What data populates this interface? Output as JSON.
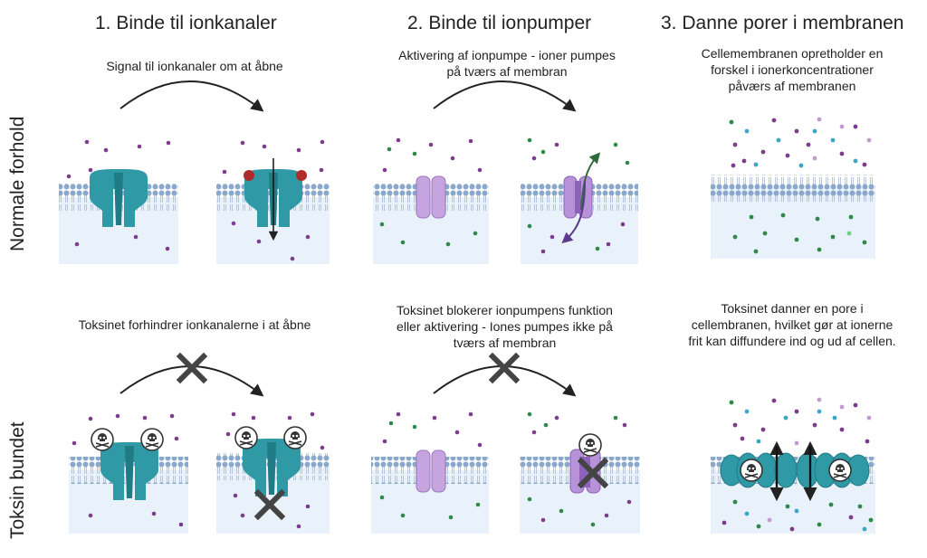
{
  "columns": [
    {
      "title": "1. Binde til ionkanaler"
    },
    {
      "title": "2. Binde til ionpumper"
    },
    {
      "title": "3. Danne porer i membranen"
    }
  ],
  "rows": [
    {
      "label": "Normale forhold"
    },
    {
      "label": "Toksin bundet"
    }
  ],
  "captions": {
    "normal_channel": "Signal til ionkanaler om at åbne",
    "normal_pump": "Aktivering af ionpumpe - ioner pumpes på tværs af membran",
    "normal_pore": "Cellemembranen opretholder en forskel i ionerkoncentrationer påværs af membranen",
    "toxin_channel": "Toksinet forhindrer ionkanalerne i at åbne",
    "toxin_pump": "Toksinet blokerer ionpumpens funktion eller aktivering - Iones pumpes ikke på tværs af membran",
    "toxin_pore": "Toksinet danner en pore i cellembranen, hvilket gør at ionerne frit kan diffundere ind og ud af cellen."
  },
  "colors": {
    "channel": "#2f9aa5",
    "channel_dark": "#1f7b85",
    "pump": "#c6a4e0",
    "pump_dark": "#8e62b8",
    "membrane_head": "#8aa8cb",
    "cell_interior": "#e9f1fa",
    "ion_purple": "#7b3d8c",
    "ion_green": "#2f8a4a",
    "ion_cyan": "#3aa7c5",
    "ion_lilac": "#c49bcf",
    "ion_lightgreen": "#6fcf80",
    "ligand": "#b02a2a",
    "block_x": "#444444",
    "arrow": "#222222"
  },
  "icons": {
    "toxin": "skull-crossbones-icon",
    "block": "x-cross-icon",
    "signal_arrow": "curved-arrow-icon"
  }
}
